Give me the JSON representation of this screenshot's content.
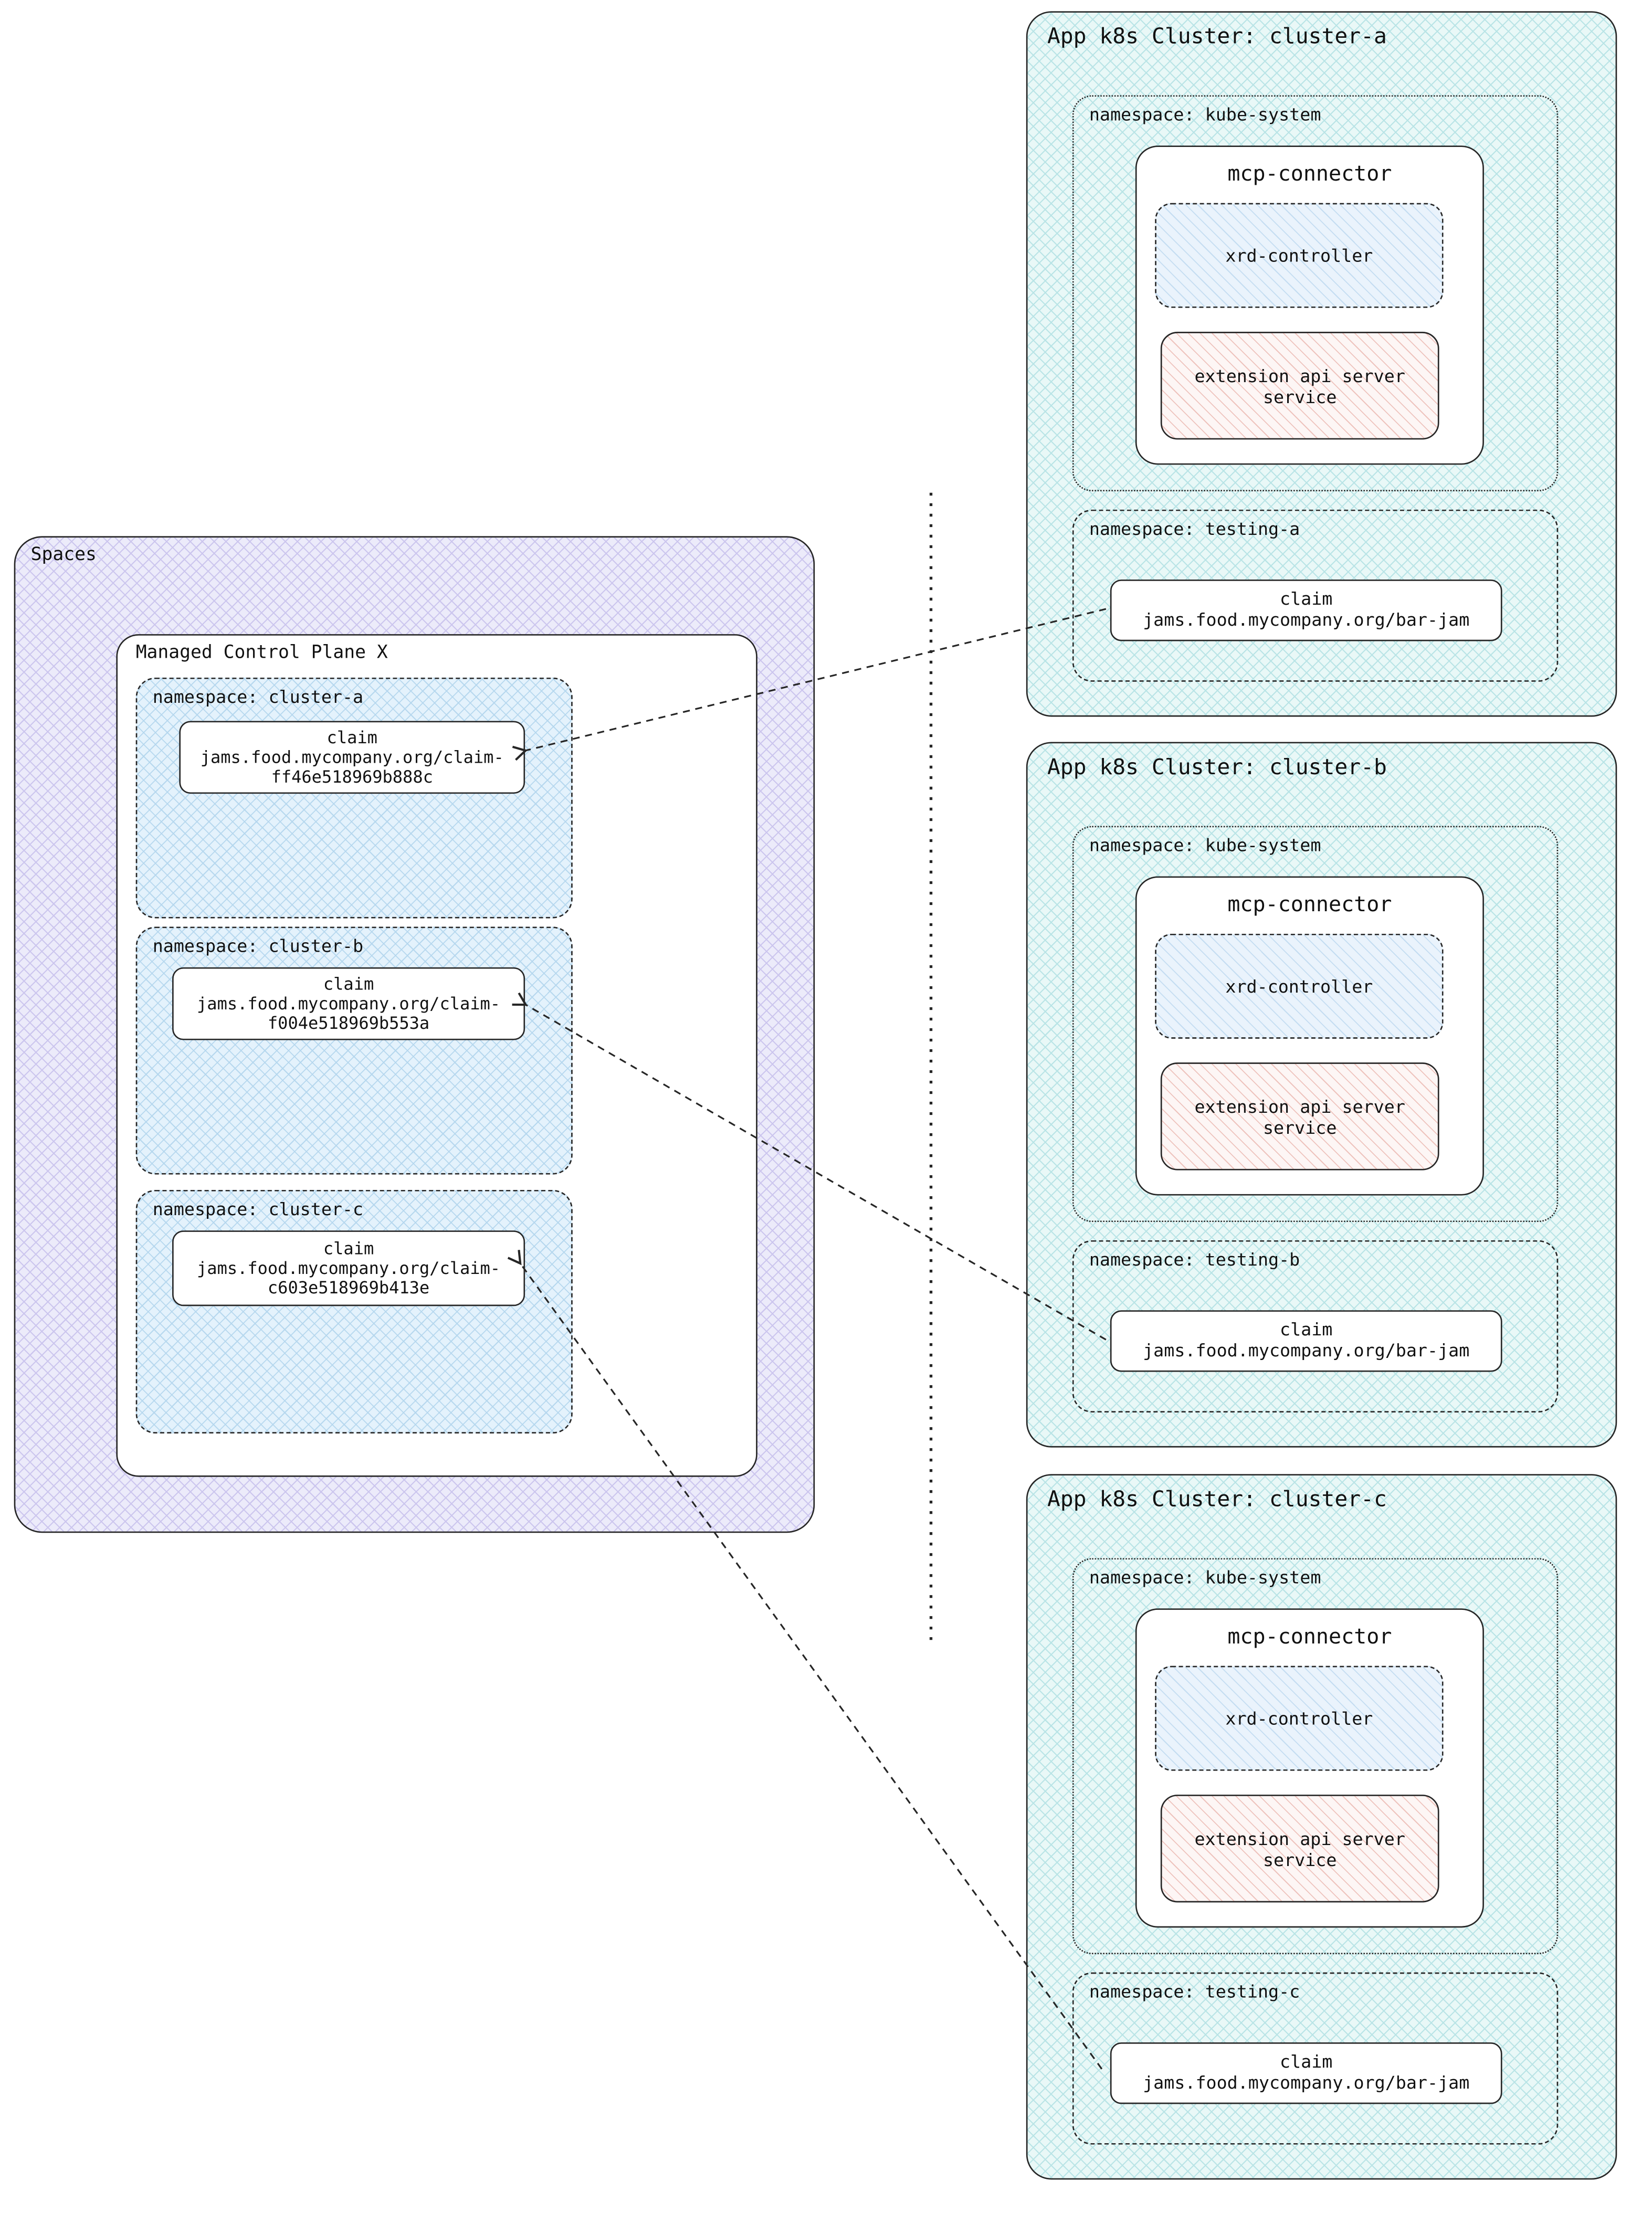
{
  "spaces": {
    "label": "Spaces",
    "control_plane": {
      "label": "Managed Control Plane X",
      "namespaces": [
        {
          "label": "namespace: cluster-a",
          "claim": {
            "title": "claim",
            "line1": "jams.food.mycompany.org/claim-",
            "line2": "ff46e518969b888c"
          }
        },
        {
          "label": "namespace: cluster-b",
          "claim": {
            "title": "claim",
            "line1": "jams.food.mycompany.org/claim-",
            "line2": "f004e518969b553a"
          }
        },
        {
          "label": "namespace: cluster-c",
          "claim": {
            "title": "claim",
            "line1": "jams.food.mycompany.org/claim-",
            "line2": "c603e518969b413e"
          }
        }
      ]
    }
  },
  "clusters": [
    {
      "title": "App k8s Cluster: cluster-a",
      "kube_system": {
        "label": "namespace: kube-system",
        "connector": {
          "title": "mcp-connector",
          "xrd": "xrd-controller",
          "ext_line1": "extension api server",
          "ext_line2": "service"
        }
      },
      "testing": {
        "label": "namespace: testing-a",
        "claim": {
          "title": "claim",
          "line1": "jams.food.mycompany.org/bar-jam"
        }
      }
    },
    {
      "title": "App k8s Cluster: cluster-b",
      "kube_system": {
        "label": "namespace: kube-system",
        "connector": {
          "title": "mcp-connector",
          "xrd": "xrd-controller",
          "ext_line1": "extension api server",
          "ext_line2": "service"
        }
      },
      "testing": {
        "label": "namespace: testing-b",
        "claim": {
          "title": "claim",
          "line1": "jams.food.mycompany.org/bar-jam"
        }
      }
    },
    {
      "title": "App k8s Cluster: cluster-c",
      "kube_system": {
        "label": "namespace: kube-system",
        "connector": {
          "title": "mcp-connector",
          "xrd": "xrd-controller",
          "ext_line1": "extension api server",
          "ext_line2": "service"
        }
      },
      "testing": {
        "label": "namespace: testing-c",
        "claim": {
          "title": "claim",
          "line1": "jams.food.mycompany.org/bar-jam"
        }
      }
    }
  ],
  "colors": {
    "border": "#262626",
    "spaces_fill": "#ecebfa",
    "spaces_hatch": "#ccc6ee",
    "cluster_fill": "#e9f8f7",
    "cluster_hatch": "#b9e4e6",
    "namespace_fill": "#e4f2fc",
    "namespace_hatch": "#b5d7ee",
    "xrd_fill": "#eaf3fc",
    "xrd_hatch": "#c3dcf1",
    "extension_fill": "#fdf6f5",
    "extension_hatch": "#eec3bd"
  }
}
